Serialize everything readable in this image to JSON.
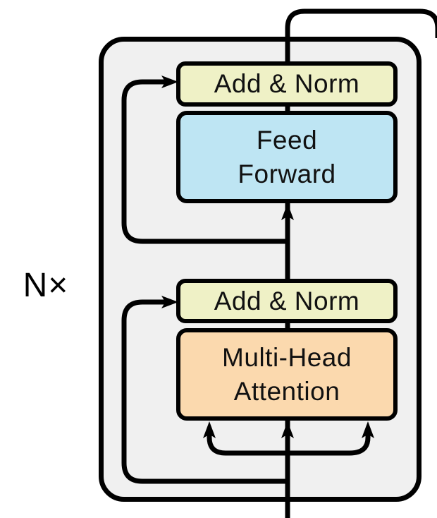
{
  "diagram": {
    "repeat_label": "N×",
    "boxes": {
      "add_norm_top": {
        "label": "Add & Norm",
        "fill": "#eff1c6"
      },
      "feed_forward": {
        "lines": [
          "Feed",
          "Forward"
        ],
        "fill": "#bee5f3"
      },
      "add_norm_bottom": {
        "label": "Add & Norm",
        "fill": "#eff1c6"
      },
      "multi_head_attention": {
        "lines": [
          "Multi-Head",
          "Attention"
        ],
        "fill": "#fbd9ae"
      }
    },
    "colors": {
      "outline": "#000000",
      "container_fill": "#f0f0f0",
      "add_norm_fill": "#eff1c6",
      "feed_forward_fill": "#bee5f3",
      "attention_fill": "#fbd9ae",
      "background": "#ffffff",
      "text": "#111111"
    }
  }
}
